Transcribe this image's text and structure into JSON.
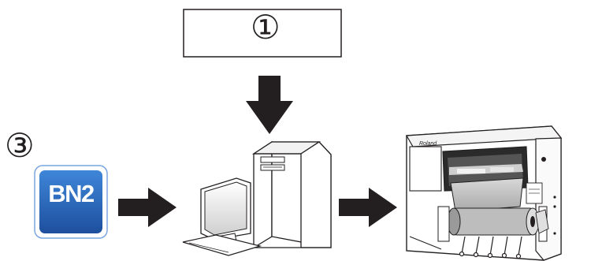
{
  "steps": {
    "step1_label": "①",
    "step3_label": "③"
  },
  "software_icon": {
    "label": "BN2",
    "gradient_top": "#2f6fc6",
    "gradient_bottom": "#1b4d9a",
    "border_color": "#5b8fd6"
  },
  "printer": {
    "brand": "Roland"
  },
  "colors": {
    "line": "#231f20",
    "arrow": "#231f20"
  }
}
